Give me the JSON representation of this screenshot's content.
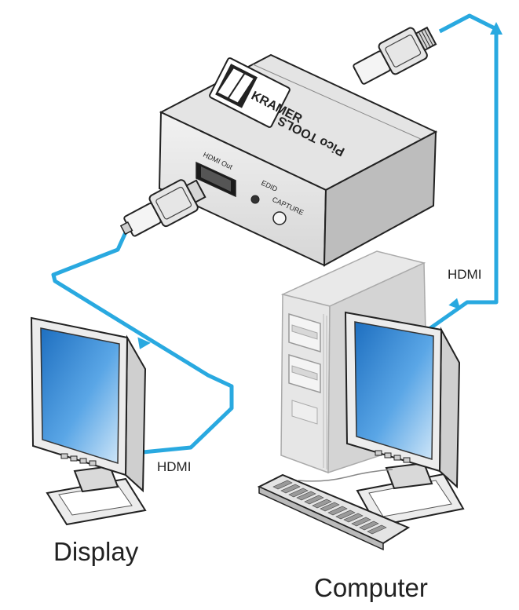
{
  "labels": {
    "cable_top": "HDMI",
    "cable_bottom": "HDMI",
    "display": "Display",
    "computer": "Computer"
  },
  "device": {
    "brand": "KRAMER",
    "product_line": "Pico TOOLS",
    "port_label": "HDMI Out",
    "edid_label": "EDID",
    "capture_label": "CAPTURE"
  },
  "colors": {
    "cable": "#29a9e0",
    "screen": "#3d8fd6",
    "device_body": "#e3e3e3",
    "monitor_body": "#e8e8e8"
  }
}
